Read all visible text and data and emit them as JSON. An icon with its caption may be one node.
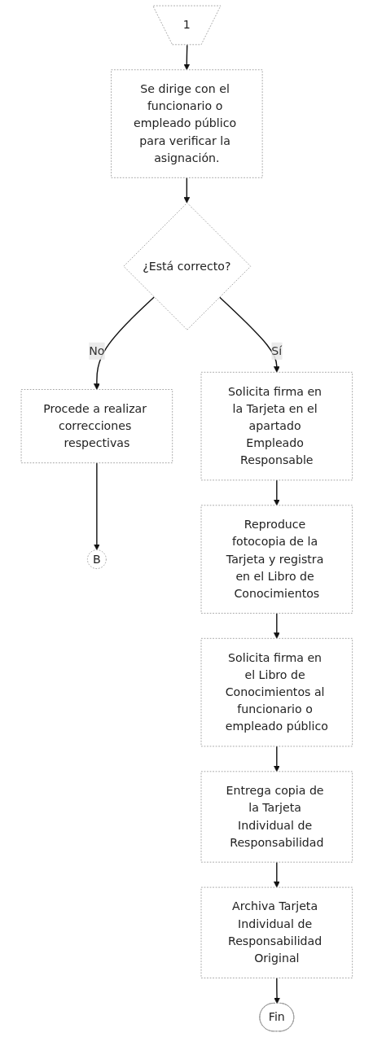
{
  "diagram": {
    "nodes": [
      {
        "text": [
          "1"
        ]
      },
      {
        "text": [
          "Se dirige con el funcionario o empleado público para verificar la asignación."
        ]
      },
      {
        "text": [
          "¿Está correcto?"
        ]
      },
      {
        "text": [
          "Procede a realizar correcciones respectivas"
        ]
      },
      {
        "text": [
          "B"
        ]
      },
      {
        "text": [
          "Solicita firma en la Tarjeta en el apartado Empleado Responsable"
        ]
      },
      {
        "text": [
          "Reproduce fotocopia de la Tarjeta y registra en el Libro de Conocimientos"
        ]
      },
      {
        "text": [
          "Solicita firma en el Libro de Conocimientos al funcionario o empleado público"
        ]
      },
      {
        "text": [
          "Entrega copia de la Tarjeta Individual de Responsabilidad"
        ]
      },
      {
        "text": [
          "Archiva Tarjeta Individual de Responsabilidad Original"
        ]
      },
      {
        "text": [
          "Fin"
        ]
      }
    ],
    "edges": [
      {
        "from": 0,
        "to": 1,
        "arrow": "to"
      },
      {
        "from": 1,
        "to": 2,
        "arrow": "to"
      },
      {
        "from": 2,
        "to": 3,
        "label": "No",
        "arrow": "to"
      },
      {
        "from": 3,
        "to": 4,
        "arrow": "to"
      },
      {
        "from": 2,
        "to": 5,
        "label": "Sí",
        "arrow": "to"
      },
      {
        "from": 5,
        "to": 6,
        "arrow": "to"
      },
      {
        "from": 6,
        "to": 7,
        "arrow": "to"
      },
      {
        "from": 7,
        "to": 8,
        "arrow": "to"
      },
      {
        "from": 8,
        "to": 9,
        "arrow": "to"
      },
      {
        "from": 9,
        "to": 10,
        "arrow": "to"
      }
    ]
  }
}
